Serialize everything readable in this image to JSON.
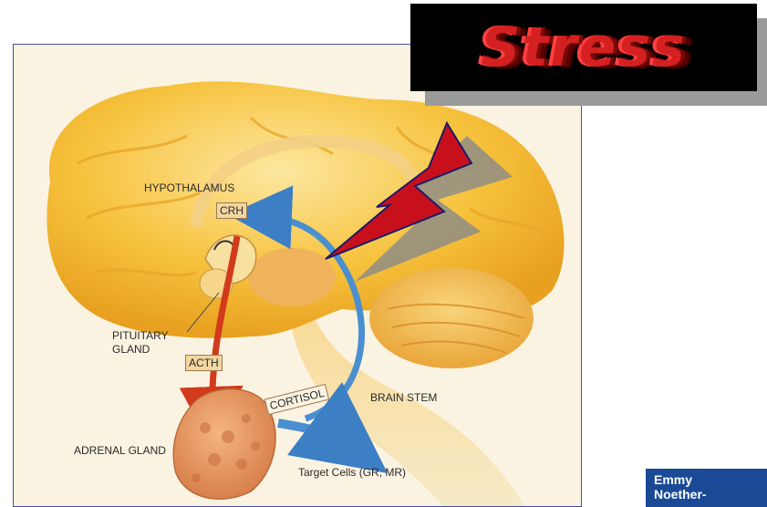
{
  "title": "Stress",
  "labels": {
    "hypothalamus": "HYPOTHALAMUS",
    "crh": "CRH",
    "pituitary_line1": "PITUITARY",
    "pituitary_line2": "GLAND",
    "acth": "ACTH",
    "cortisol": "CORTISOL",
    "brain_stem": "BRAIN STEM",
    "adrenal_gland": "ADRENAL GLAND",
    "target_cells": "Target Cells (GR, MR)"
  },
  "logo": {
    "line1": "Emmy",
    "line2": "Noether-"
  },
  "colors": {
    "brain": "#f6c23c",
    "acth_arrow": "#d23a1c",
    "feedback_arrow": "#4a8fcf",
    "lightning": "#c8101c",
    "title_text": "#d42020",
    "frame_border": "#4a4e9c",
    "logo_bg": "#1a4a96"
  },
  "icons": [
    "lightning-bolt-icon"
  ]
}
